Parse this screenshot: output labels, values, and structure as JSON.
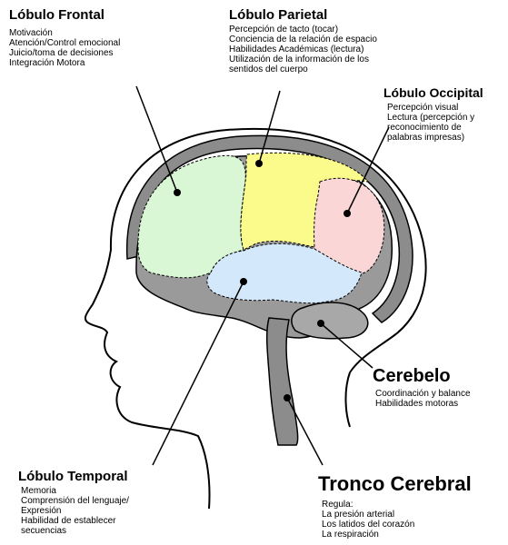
{
  "labels": {
    "frontal": {
      "title": "Lóbulo Frontal",
      "lines": [
        "Motivación",
        "Atención/Control emocional",
        "Juicio/toma de decisiones",
        "Integración Motora"
      ]
    },
    "parietal": {
      "title": "Lóbulo Parietal",
      "lines": [
        "Percepción de tacto (tocar)",
        "Conciencia de la relación de espacio",
        "Habilidades Académicas (lectura)",
        "Utilización de la información de los",
        "sentidos del cuerpo"
      ]
    },
    "occipital": {
      "title": "Lóbulo Occipital",
      "lines": [
        "Percepción visual",
        "Lectura (percepción y",
        "reconocimiento de",
        "palabras impresas)"
      ]
    },
    "cerebelo": {
      "title": "Cerebelo",
      "lines": [
        "Coordinación y balance",
        "Habilidades motoras"
      ]
    },
    "temporal": {
      "title": "Lóbulo Temporal",
      "lines": [
        "Memoria",
        "Comprensión del lenguaje/",
        "Expresión",
        "Habilidad de establecer",
        "secuencias"
      ]
    },
    "tronco": {
      "title": "Tronco Cerebral",
      "lines": [
        "Regula:",
        "La presión arterial",
        "Los latidos del corazón",
        "La respiración"
      ]
    }
  },
  "colors": {
    "frontal": "#d9f7d4",
    "parietal": "#fbfb8c",
    "occipital": "#fbd6d6",
    "temporal": "#d4e8fb",
    "skull": "#8c8c8c",
    "tissue": "#9a9a9a"
  }
}
